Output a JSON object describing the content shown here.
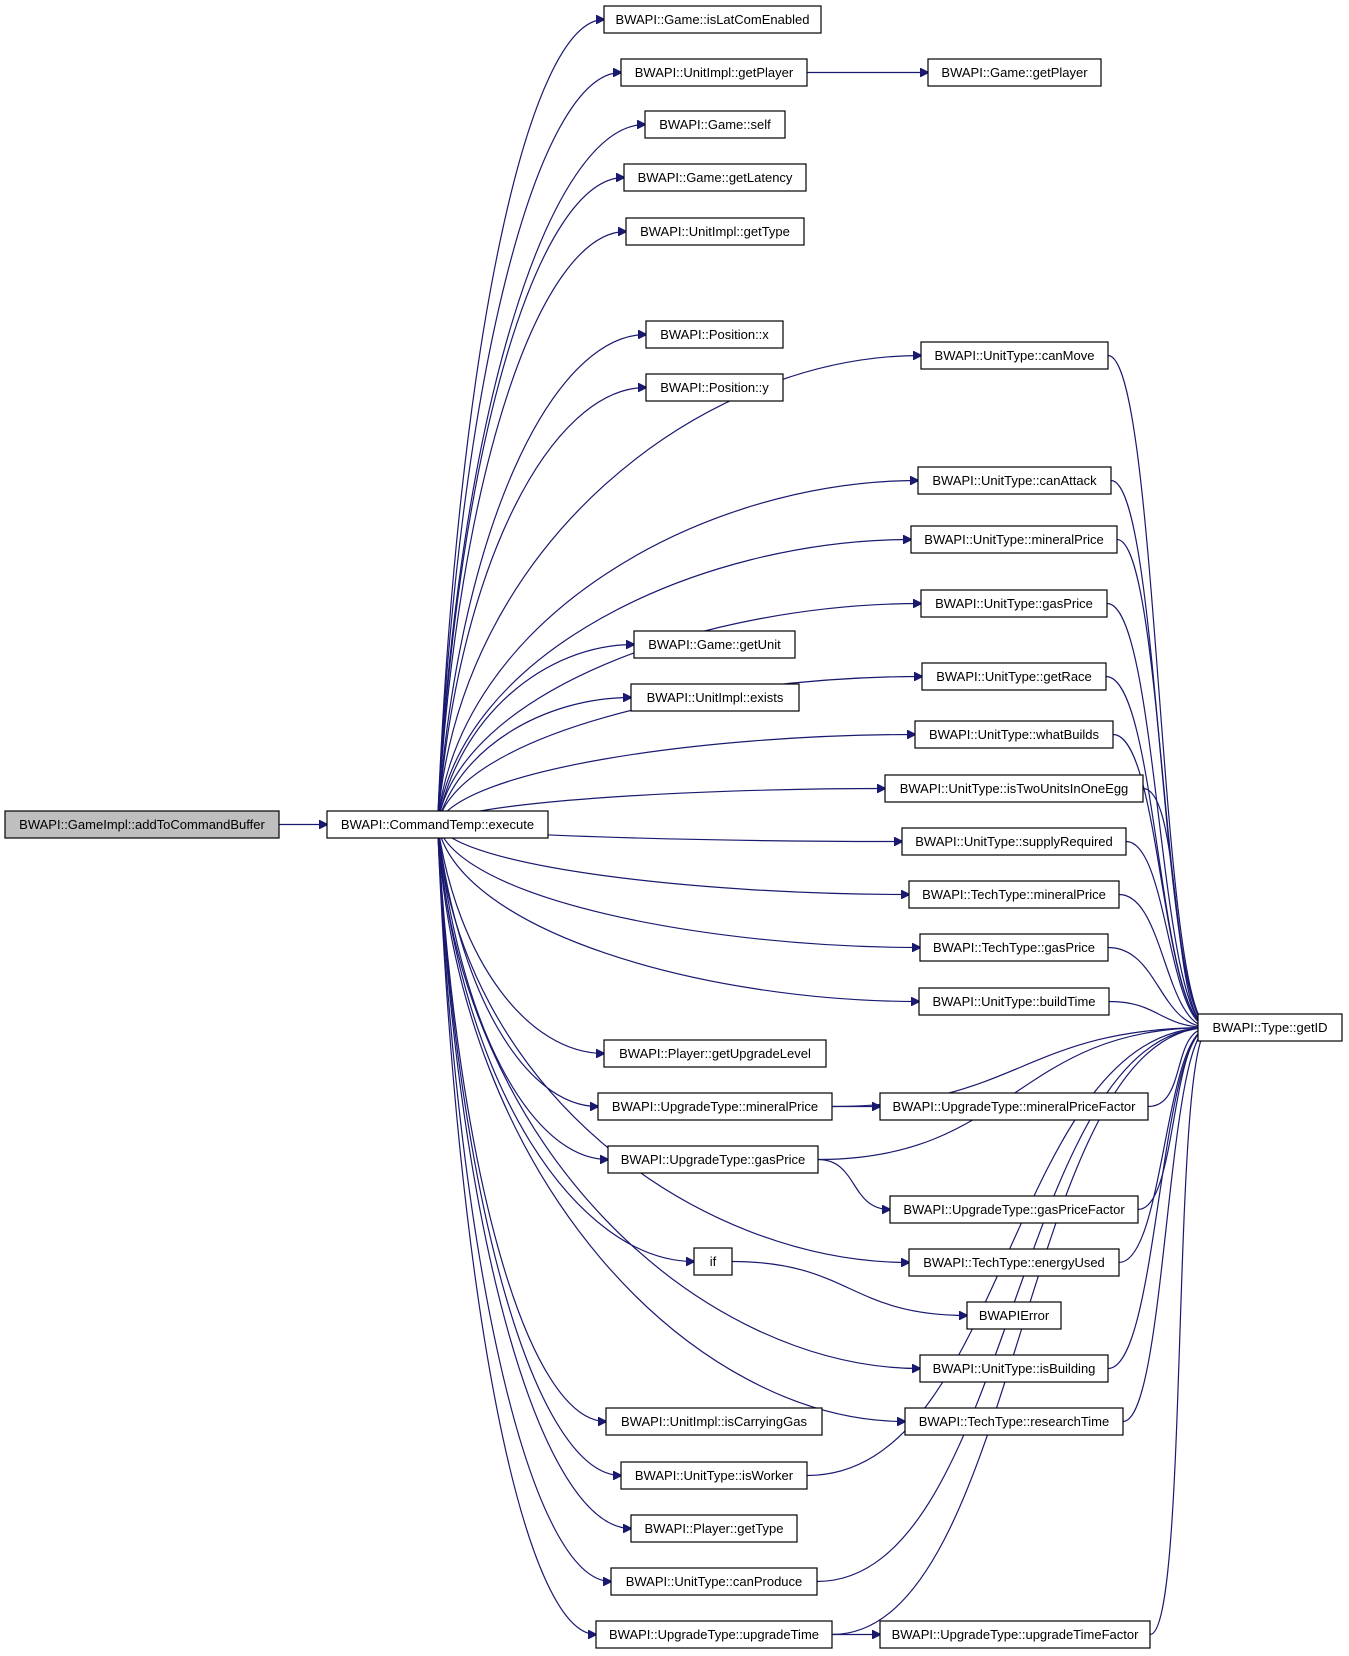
{
  "graph": {
    "edge_color": "#191970",
    "root_fill": "#bfbfbf",
    "nodes": [
      {
        "id": "root",
        "label": "BWAPI::GameImpl::addToCommandBuffer"
      },
      {
        "id": "exec",
        "label": "BWAPI::CommandTemp::execute"
      },
      {
        "id": "isLatCom",
        "label": "BWAPI::Game::isLatComEnabled"
      },
      {
        "id": "uiGetPlayer",
        "label": "BWAPI::UnitImpl::getPlayer"
      },
      {
        "id": "gameGetPlayer",
        "label": "BWAPI::Game::getPlayer"
      },
      {
        "id": "gameSelf",
        "label": "BWAPI::Game::self"
      },
      {
        "id": "getLatency",
        "label": "BWAPI::Game::getLatency"
      },
      {
        "id": "uiGetType",
        "label": "BWAPI::UnitImpl::getType"
      },
      {
        "id": "canMove",
        "label": "BWAPI::UnitType::canMove"
      },
      {
        "id": "posX",
        "label": "BWAPI::Position::x"
      },
      {
        "id": "posY",
        "label": "BWAPI::Position::y"
      },
      {
        "id": "canAttack",
        "label": "BWAPI::UnitType::canAttack"
      },
      {
        "id": "utMineral",
        "label": "BWAPI::UnitType::mineralPrice"
      },
      {
        "id": "utGas",
        "label": "BWAPI::UnitType::gasPrice"
      },
      {
        "id": "getUnit",
        "label": "BWAPI::Game::getUnit"
      },
      {
        "id": "getRace",
        "label": "BWAPI::UnitType::getRace"
      },
      {
        "id": "exists",
        "label": "BWAPI::UnitImpl::exists"
      },
      {
        "id": "whatBuilds",
        "label": "BWAPI::UnitType::whatBuilds"
      },
      {
        "id": "twoUnits",
        "label": "BWAPI::UnitType::isTwoUnitsInOneEgg"
      },
      {
        "id": "supply",
        "label": "BWAPI::UnitType::supplyRequired"
      },
      {
        "id": "ttMineral",
        "label": "BWAPI::TechType::mineralPrice"
      },
      {
        "id": "ttGas",
        "label": "BWAPI::TechType::gasPrice"
      },
      {
        "id": "buildTime",
        "label": "BWAPI::UnitType::buildTime"
      },
      {
        "id": "getID",
        "label": "BWAPI::Type::getID"
      },
      {
        "id": "upgLevel",
        "label": "BWAPI::Player::getUpgradeLevel"
      },
      {
        "id": "upMineral",
        "label": "BWAPI::UpgradeType::mineralPrice"
      },
      {
        "id": "upMineralF",
        "label": "BWAPI::UpgradeType::mineralPriceFactor"
      },
      {
        "id": "upGas",
        "label": "BWAPI::UpgradeType::gasPrice"
      },
      {
        "id": "upGasF",
        "label": "BWAPI::UpgradeType::gasPriceFactor"
      },
      {
        "id": "energy",
        "label": "BWAPI::TechType::energyUsed"
      },
      {
        "id": "ifNode",
        "label": "if"
      },
      {
        "id": "bwapiError",
        "label": "BWAPIError"
      },
      {
        "id": "isBuilding",
        "label": "BWAPI::UnitType::isBuilding"
      },
      {
        "id": "research",
        "label": "BWAPI::TechType::researchTime"
      },
      {
        "id": "carryGas",
        "label": "BWAPI::UnitImpl::isCarryingGas"
      },
      {
        "id": "isWorker",
        "label": "BWAPI::UnitType::isWorker"
      },
      {
        "id": "plGetType",
        "label": "BWAPI::Player::getType"
      },
      {
        "id": "canProduce",
        "label": "BWAPI::UnitType::canProduce"
      },
      {
        "id": "upTime",
        "label": "BWAPI::UpgradeType::upgradeTime"
      },
      {
        "id": "upTimeF",
        "label": "BWAPI::UpgradeType::upgradeTimeFactor"
      }
    ],
    "edges": [
      [
        "root",
        "exec"
      ],
      [
        "exec",
        "isLatCom"
      ],
      [
        "exec",
        "uiGetPlayer"
      ],
      [
        "uiGetPlayer",
        "gameGetPlayer"
      ],
      [
        "exec",
        "gameSelf"
      ],
      [
        "exec",
        "getLatency"
      ],
      [
        "exec",
        "uiGetType"
      ],
      [
        "exec",
        "canMove"
      ],
      [
        "exec",
        "posX"
      ],
      [
        "exec",
        "posY"
      ],
      [
        "exec",
        "canAttack"
      ],
      [
        "exec",
        "utMineral"
      ],
      [
        "exec",
        "utGas"
      ],
      [
        "exec",
        "getUnit"
      ],
      [
        "exec",
        "getRace"
      ],
      [
        "exec",
        "exists"
      ],
      [
        "exec",
        "whatBuilds"
      ],
      [
        "exec",
        "twoUnits"
      ],
      [
        "exec",
        "supply"
      ],
      [
        "exec",
        "ttMineral"
      ],
      [
        "exec",
        "ttGas"
      ],
      [
        "exec",
        "buildTime"
      ],
      [
        "exec",
        "upgLevel"
      ],
      [
        "exec",
        "upMineral"
      ],
      [
        "exec",
        "upGas"
      ],
      [
        "exec",
        "energy"
      ],
      [
        "exec",
        "ifNode"
      ],
      [
        "exec",
        "isBuilding"
      ],
      [
        "exec",
        "research"
      ],
      [
        "exec",
        "carryGas"
      ],
      [
        "exec",
        "isWorker"
      ],
      [
        "exec",
        "plGetType"
      ],
      [
        "exec",
        "canProduce"
      ],
      [
        "exec",
        "upTime"
      ],
      [
        "ifNode",
        "bwapiError"
      ],
      [
        "upMineral",
        "upMineralF"
      ],
      [
        "upGas",
        "upGasF"
      ],
      [
        "upTime",
        "upTimeF"
      ],
      [
        "canMove",
        "getID"
      ],
      [
        "canAttack",
        "getID"
      ],
      [
        "utMineral",
        "getID"
      ],
      [
        "utGas",
        "getID"
      ],
      [
        "getRace",
        "getID"
      ],
      [
        "whatBuilds",
        "getID"
      ],
      [
        "twoUnits",
        "getID"
      ],
      [
        "supply",
        "getID"
      ],
      [
        "ttMineral",
        "getID"
      ],
      [
        "ttGas",
        "getID"
      ],
      [
        "buildTime",
        "getID"
      ],
      [
        "upMineral",
        "getID"
      ],
      [
        "upMineralF",
        "getID"
      ],
      [
        "upGas",
        "getID"
      ],
      [
        "upGasF",
        "getID"
      ],
      [
        "energy",
        "getID"
      ],
      [
        "isBuilding",
        "getID"
      ],
      [
        "research",
        "getID"
      ],
      [
        "isWorker",
        "getID"
      ],
      [
        "canProduce",
        "getID"
      ],
      [
        "upTime",
        "getID"
      ],
      [
        "upTimeF",
        "getID"
      ]
    ]
  }
}
